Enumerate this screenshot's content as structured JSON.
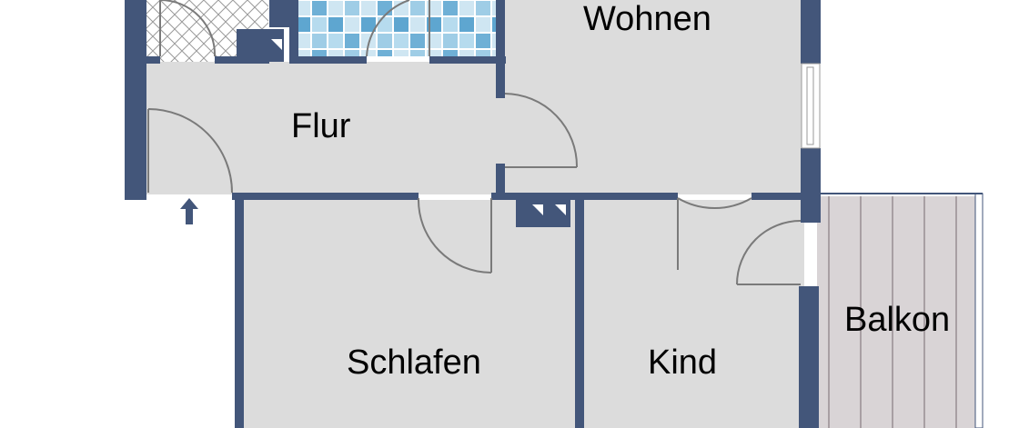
{
  "floorplan": {
    "colors": {
      "wall": "#43567a",
      "floor": "#dcdcdc",
      "tile_light": "#cfe6f2",
      "tile_mid": "#9fcde6",
      "tile_dark": "#5ea6d0",
      "balcony": "#d9d4d6",
      "door_swing": "#7a7a7a",
      "background": "#ffffff"
    },
    "rooms": [
      {
        "id": "wohnen",
        "label": "Wohnen"
      },
      {
        "id": "flur",
        "label": "Flur"
      },
      {
        "id": "schlafen",
        "label": "Schlafen"
      },
      {
        "id": "kind",
        "label": "Kind"
      },
      {
        "id": "balkon",
        "label": "Balkon"
      },
      {
        "id": "bad",
        "label": ""
      },
      {
        "id": "wc",
        "label": ""
      }
    ],
    "entrance_marker": "entrance-arrow-icon"
  }
}
